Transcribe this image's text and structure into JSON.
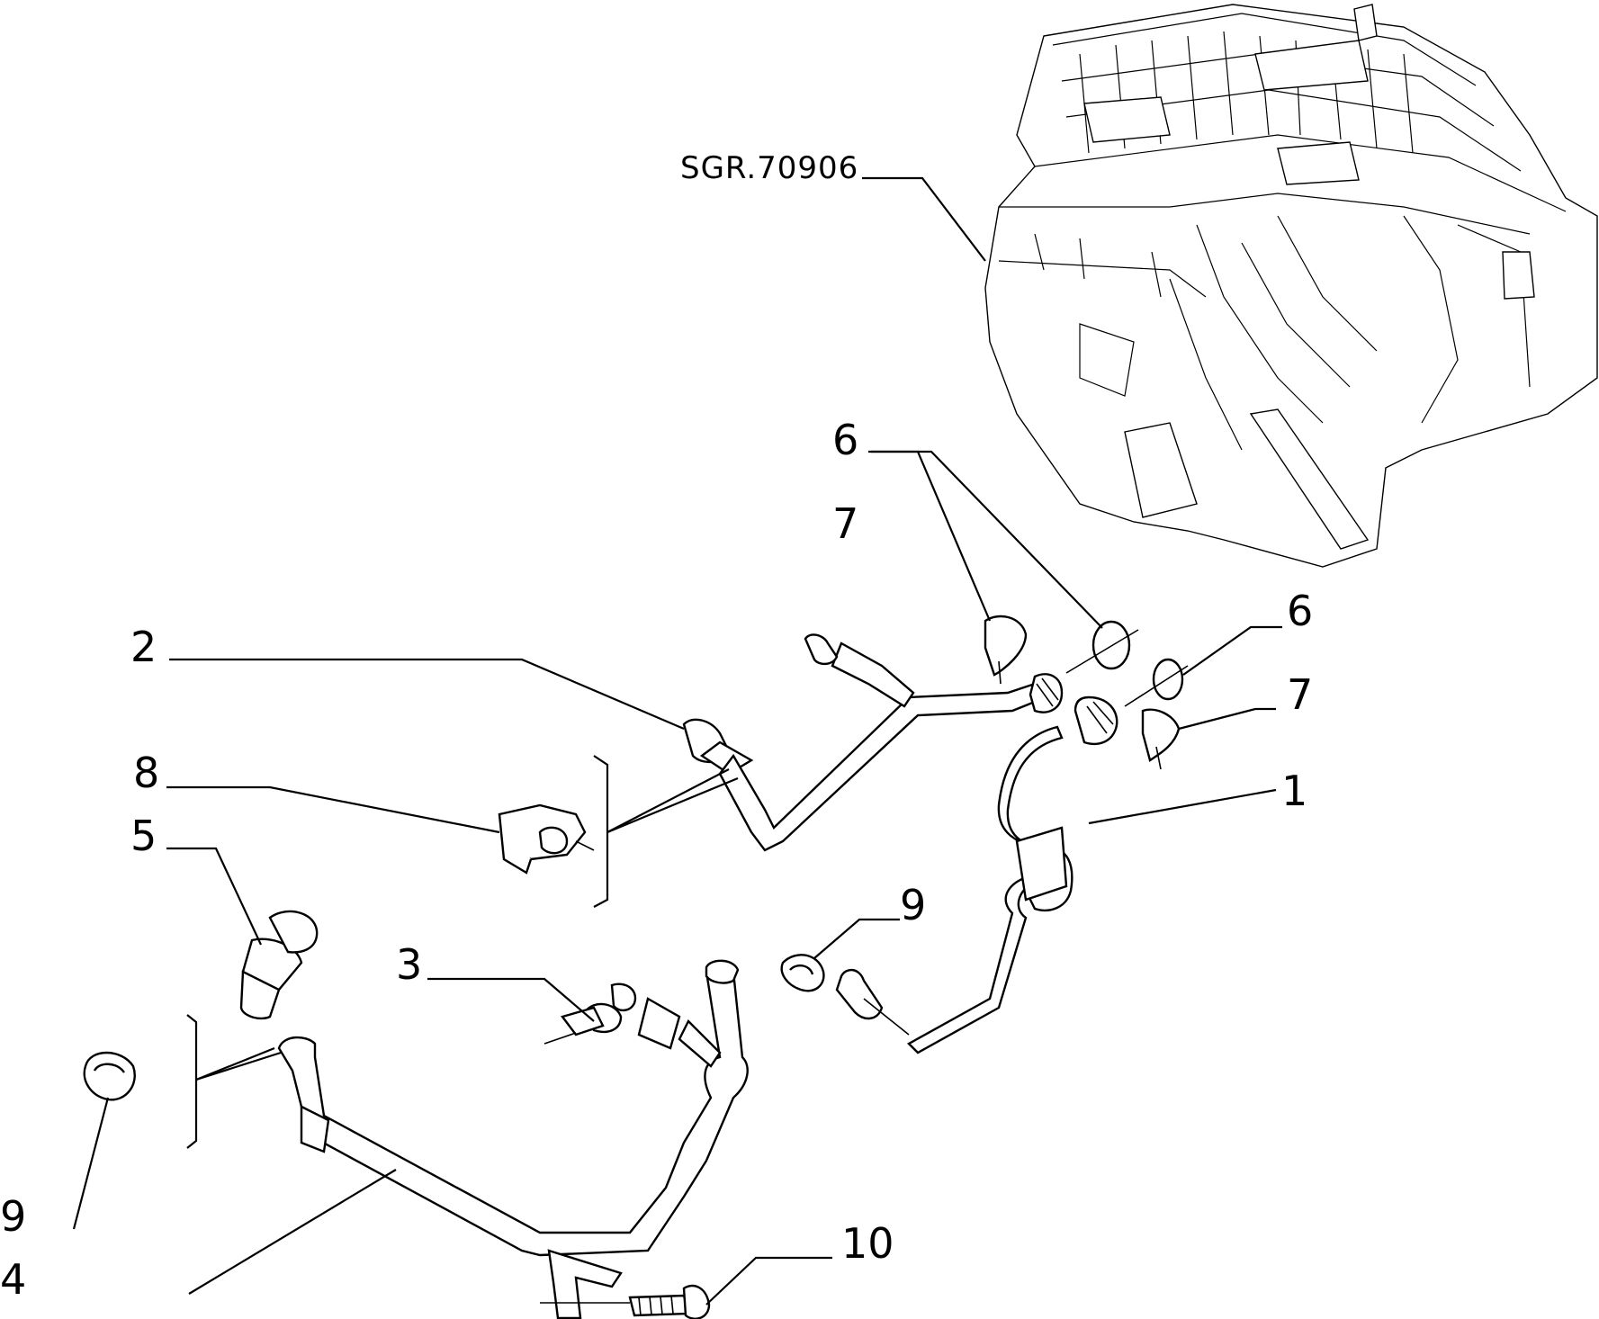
{
  "reference": "SGR.70906",
  "callouts": {
    "c1": "1",
    "c2": "2",
    "c3": "3",
    "c4": "4",
    "c5": "5",
    "c6a": "6",
    "c6b": "6",
    "c7a": "7",
    "c7b": "7",
    "c8": "8",
    "c9a": "9",
    "c9b": "9",
    "c10": "10"
  }
}
